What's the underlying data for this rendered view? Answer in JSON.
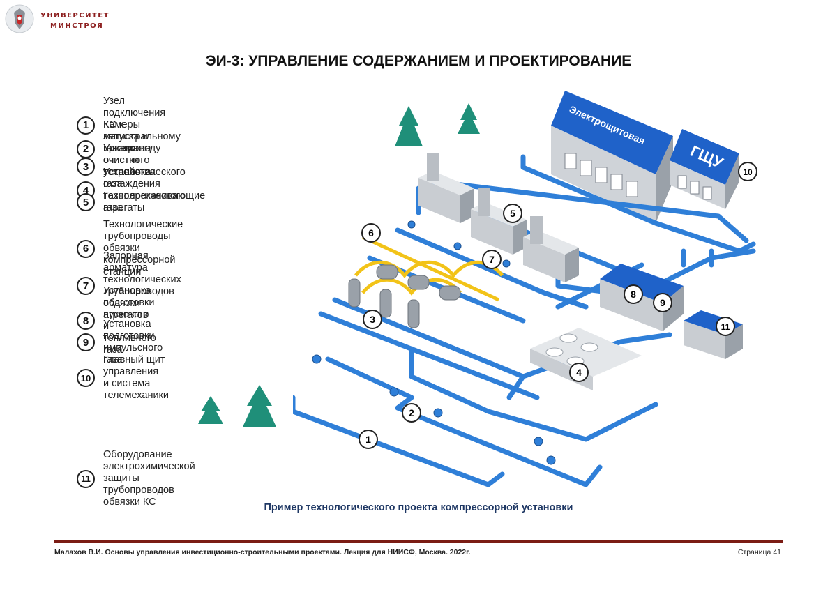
{
  "header": {
    "logo_line1": "УНИВЕРСИТЕТ",
    "logo_line2": "МИНСТРОЯ",
    "title": "ЭИ-3: УПРАВЛЕНИЕ СОДЕРЖАНИЕМ И ПРОЕКТИРОВАНИЕ"
  },
  "legend": [
    {
      "num": "1",
      "line1": "Узел подключения КС к магистральному газопроводу",
      "line2": ""
    },
    {
      "num": "2",
      "line1": "Камеры запуска и приема очистного устройства",
      "line2": ""
    },
    {
      "num": "3",
      "line1": "Установка очистки технологического газа",
      "line2": ""
    },
    {
      "num": "4",
      "line1": "Установка охлаждения технологического газа",
      "line2": ""
    },
    {
      "num": "5",
      "line1": "Газоперекачивающие агрегаты",
      "line2": ""
    },
    {
      "num": "6",
      "line1": "Технологические трубопроводы обвязки",
      "line2": "компрессорной станции"
    },
    {
      "num": "7",
      "line1": "Запорная арматура технологических",
      "line2": "трубопроводов обвязки агрегатов"
    },
    {
      "num": "8",
      "line1": "Установка подготовки пускового",
      "line2": "и топливного газа"
    },
    {
      "num": "9",
      "line1": "Установка подготовки импульсного газа",
      "line2": ""
    },
    {
      "num": "10",
      "line1": "Главный щит управления",
      "line2": "и система телемеханики"
    },
    {
      "num": "11",
      "line1": "Оборудование электрохимической защиты",
      "line2": "трубопроводов обвязки КС"
    }
  ],
  "diagram": {
    "building_electro": "Электрощитовая",
    "building_gshu": "ГЩУ",
    "markers": [
      "1",
      "2",
      "3",
      "4",
      "5",
      "6",
      "7",
      "8",
      "9",
      "10",
      "11"
    ],
    "colors": {
      "pipe": "#2f7fd8",
      "gas": "#f2c318",
      "roof": "#1f62c9",
      "tree": "#1f8f79"
    }
  },
  "caption": "Пример технологического проекта компрессорной установки",
  "footer": {
    "left": "Малахов В.И. Основы управления инвестиционно-строительными проектами. Лекция для НИИСФ, Москва. 2022г.",
    "right": "Страница 41"
  }
}
